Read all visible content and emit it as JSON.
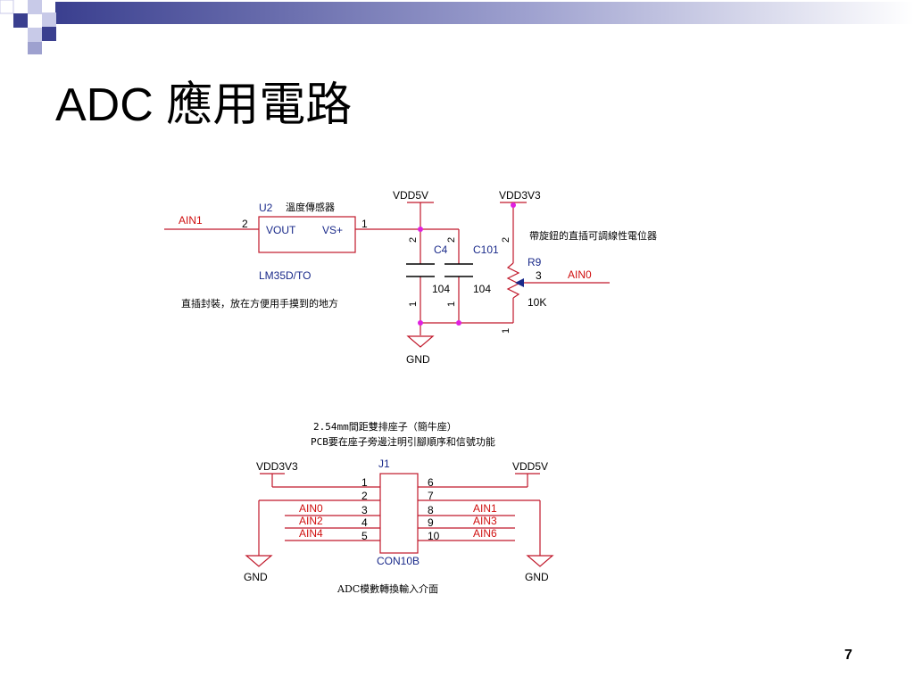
{
  "slide": {
    "title": "ADC 應用電路",
    "page_number": "7",
    "theme_colors": {
      "accent_dark": "#3a3f8f",
      "accent_light": "#c8cae8"
    }
  },
  "circuit1": {
    "ain1": "AIN1",
    "pin_left": "2",
    "pin_right": "1",
    "u2": "U2",
    "u2_desc": "溫度傳感器",
    "vout": "VOUT",
    "vs": "VS+",
    "part": "LM35D/TO",
    "note": "直插封裝，放在方便用手摸到的地方",
    "vdd5v": "VDD5V",
    "vdd3v3": "VDD3V3",
    "c4": "C4",
    "c4_value": "104",
    "c101": "C101",
    "c101_value": "104",
    "pin2_a": "2",
    "pin2_b": "2",
    "pin2_c": "2",
    "pin1_a": "1",
    "pin1_b": "1",
    "pin1_c": "1",
    "r9": "R9",
    "r9_pin": "3",
    "r9_value": "10K",
    "ain0": "AIN0",
    "pot_desc": "帶旋鈕的直插可調線性電位器",
    "gnd": "GND",
    "colors": {
      "wire": "#c0182a",
      "junction": "#e020e0",
      "label_red": "#d01010"
    }
  },
  "connector": {
    "note1": "2.54mm間距雙排座子（簡牛座）",
    "note2": "PCB要在座子旁邊注明引腳順序和信號功能",
    "ref": "J1",
    "part": "CON10B",
    "vdd3v3": "VDD3V3",
    "vdd5v": "VDD5V",
    "gnd_left": "GND",
    "gnd_right": "GND",
    "caption": "ADC模數轉換輸入介面",
    "left_pins": [
      "1",
      "2",
      "3",
      "4",
      "5"
    ],
    "right_pins": [
      "6",
      "7",
      "8",
      "9",
      "10"
    ],
    "left_signals": [
      "AIN0",
      "AIN2",
      "AIN4"
    ],
    "right_signals": [
      "AIN1",
      "AIN3",
      "AIN6"
    ]
  }
}
